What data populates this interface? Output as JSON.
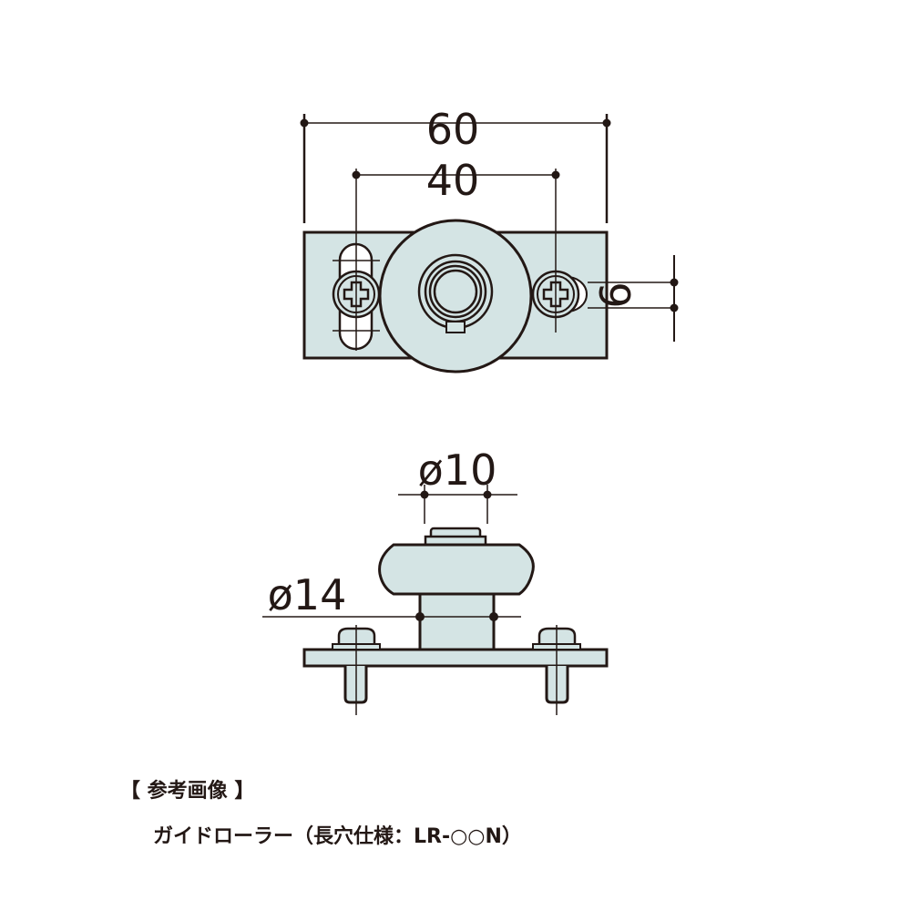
{
  "colors": {
    "fill": "#d4e4e4",
    "line": "#231815"
  },
  "top_view": {
    "dim_overall": "60",
    "dim_hole_pitch": "40",
    "dim_slot": "6"
  },
  "side_view": {
    "dim_shaft": "ø10",
    "dim_roller": "ø14"
  },
  "caption": {
    "heading": "【 参考画像 】",
    "product": "ガイドローラー（長穴仕様：LR-○○N）"
  }
}
